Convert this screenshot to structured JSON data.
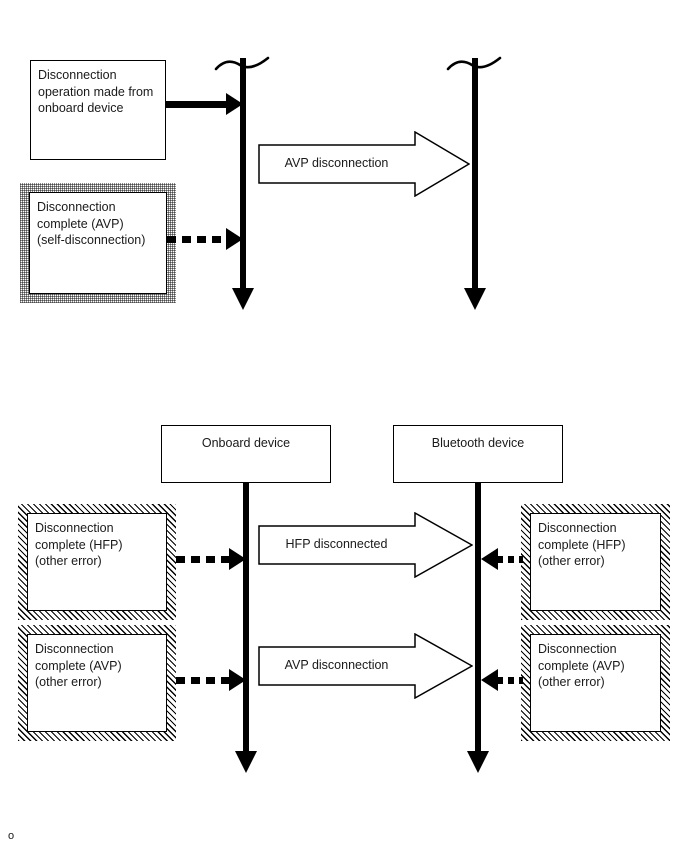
{
  "diagram": {
    "type": "sequence-diagram",
    "title_visible": false,
    "colors": {
      "stroke": "#000000",
      "background": "#ffffff",
      "text": "#1a1a1a",
      "hatch": "#000000",
      "stipple": "#8a8a8a"
    },
    "footer_mark": "o"
  },
  "top_section": {
    "lifelines": [
      {
        "name": "left-lifeline",
        "label": "",
        "has_break_squiggle": true,
        "has_end_arrow": true
      },
      {
        "name": "right-lifeline",
        "label": "",
        "has_break_squiggle": true,
        "has_end_arrow": true
      }
    ],
    "notes": [
      {
        "id": "note-disconnection-operation",
        "text": "Disconnection\noperation made from\nonboard device",
        "frame": "plain",
        "arrow": {
          "style": "solid",
          "direction": "right"
        }
      },
      {
        "id": "note-disconnection-complete-avp-self",
        "text": "Disconnection\ncomplete (AVP)\n(self-disconnection)",
        "frame": "dotted",
        "arrow": {
          "style": "dashed",
          "direction": "right"
        }
      }
    ],
    "messages": [
      {
        "id": "message-avp-disconnection-top",
        "label": "AVP disconnection",
        "direction": "right",
        "style": "block-arrow"
      }
    ]
  },
  "bottom_section": {
    "actors": [
      {
        "id": "actor-onboard-device",
        "label": "Onboard device"
      },
      {
        "id": "actor-bluetooth-device",
        "label": "Bluetooth device"
      }
    ],
    "rows": [
      {
        "id": "row-hfp",
        "left_note": {
          "id": "note-hfp-left",
          "text": "Disconnection\ncomplete (HFP)\n(other error)",
          "frame": "hatched",
          "arrow": {
            "style": "dashed",
            "direction": "right"
          }
        },
        "message": {
          "id": "message-hfp-disconnected",
          "label": "HFP disconnected",
          "direction": "right",
          "style": "block-arrow"
        },
        "right_note": {
          "id": "note-hfp-right",
          "text": "Disconnection\ncomplete (HFP)\n(other error)",
          "frame": "hatched",
          "arrow": {
            "style": "dashed",
            "direction": "left"
          }
        }
      },
      {
        "id": "row-avp",
        "left_note": {
          "id": "note-avp-left",
          "text": "Disconnection\ncomplete (AVP)\n(other error)",
          "frame": "hatched",
          "arrow": {
            "style": "dashed",
            "direction": "right"
          }
        },
        "message": {
          "id": "message-avp-disconnection-bottom",
          "label": "AVP disconnection",
          "direction": "right",
          "style": "block-arrow"
        },
        "right_note": {
          "id": "note-avp-right",
          "text": "Disconnection\ncomplete (AVP)\n(other error)",
          "frame": "hatched",
          "arrow": {
            "style": "dashed",
            "direction": "left"
          }
        }
      }
    ]
  }
}
